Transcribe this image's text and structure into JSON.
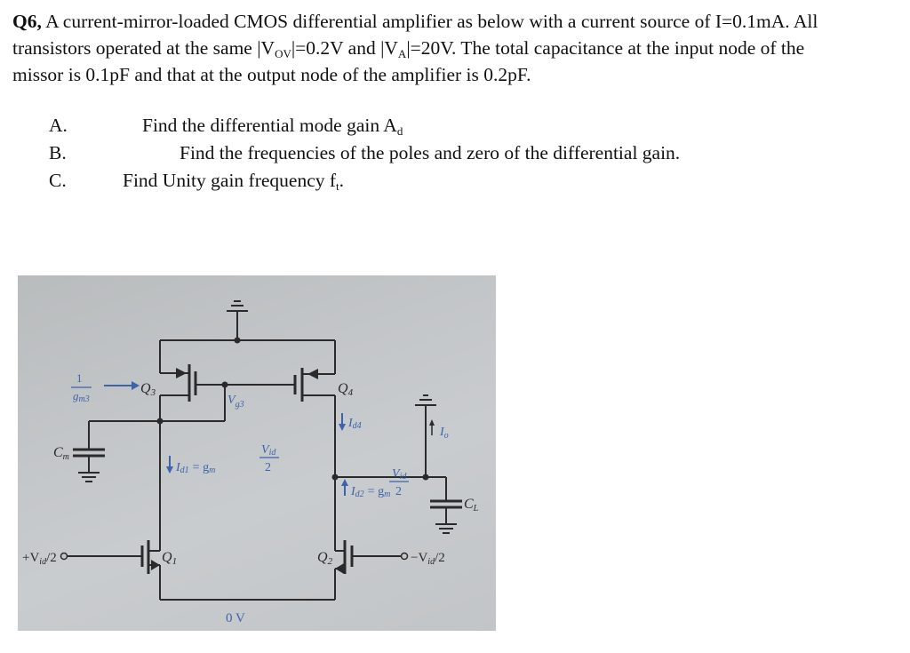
{
  "question": {
    "number": "Q6,",
    "line1": "A current-mirror-loaded CMOS differential amplifier as below with a current source of I=0.1mA. All",
    "line2_a": "transistors operated at the same |V",
    "line2_sub1": "OV",
    "line2_b": "|=0.2V and |V",
    "line2_sub2": "A",
    "line2_c": "|=20V. The total capacitance at the input node of the",
    "line3": "missor is 0.1pF and that at the output node of the amplifier is 0.2pF."
  },
  "parts": [
    {
      "label": "A.",
      "text": "Find the differential mode gain A",
      "sub": "d",
      "tail": ""
    },
    {
      "label": "B.",
      "text": "Find the frequencies of the poles and zero of the differential gain.",
      "sub": "",
      "tail": ""
    },
    {
      "label": "C.",
      "text": "Find Unity gain frequency f",
      "sub": "t",
      "tail": "."
    }
  ],
  "circuit": {
    "colors": {
      "wire": "#2a2a2a",
      "annotation": "#3d63a8",
      "background": "#c4c7c9"
    },
    "labels": {
      "one_over_gm3_num": "1",
      "one_over_gm3_den": "g",
      "one_over_gm3_den_sub": "m3",
      "q3": "Q",
      "q3_sub": "3",
      "q4": "Q",
      "q4_sub": "4",
      "q1": "Q",
      "q1_sub": "1",
      "q2": "Q",
      "q2_sub": "2",
      "vg3": "V",
      "vg3_sub": "g3",
      "cm": "C",
      "cm_sub": "m",
      "cl": "C",
      "cl_sub": "L",
      "id4": "I",
      "id4_sub": "d4",
      "io": "I",
      "io_sub": "o",
      "id1": "I",
      "id1_sub": "d1",
      "id1_eq": "= g",
      "id1_eq_sub": "m",
      "id2": "I",
      "id2_sub": "d2",
      "id2_eq": "= g",
      "id2_eq_sub": "m",
      "vid_num": "V",
      "vid_num_sub": "id",
      "vid_den": "2",
      "vin_plus": "+V",
      "vin_plus_sub": "id",
      "vin_plus_tail": "/2",
      "vin_minus": "−V",
      "vin_minus_sub": "id",
      "vin_minus_tail": "/2",
      "zero_v": "0 V"
    }
  }
}
